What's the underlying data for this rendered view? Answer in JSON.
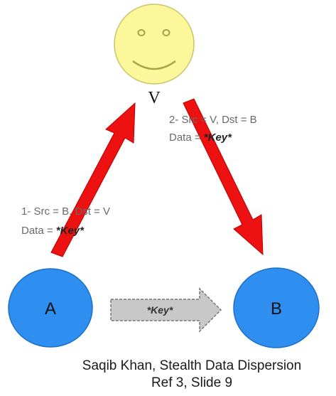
{
  "nodes": {
    "v_label": "V",
    "a_label": "A",
    "b_label": "B"
  },
  "arrows": {
    "step1_line1": "1- Src = B, Dst = V",
    "step1_data_prefix": "Data = ",
    "step1_data_key": "*Key*",
    "step2_line1": "2- Src = V, Dst = B",
    "step2_data_prefix": "Data = ",
    "step2_data_key": "*Key*",
    "packet_label": "*Key*"
  },
  "caption": {
    "line1": "Saqib Khan, Stealth Data Dispersion",
    "line2": "Ref 3, Slide 9"
  },
  "colors": {
    "smiley_fill": "#fbf79a",
    "node_fill": "#2f8ff0",
    "arrow_red": "#ee1111",
    "packet_gray": "#c8c8c8"
  }
}
